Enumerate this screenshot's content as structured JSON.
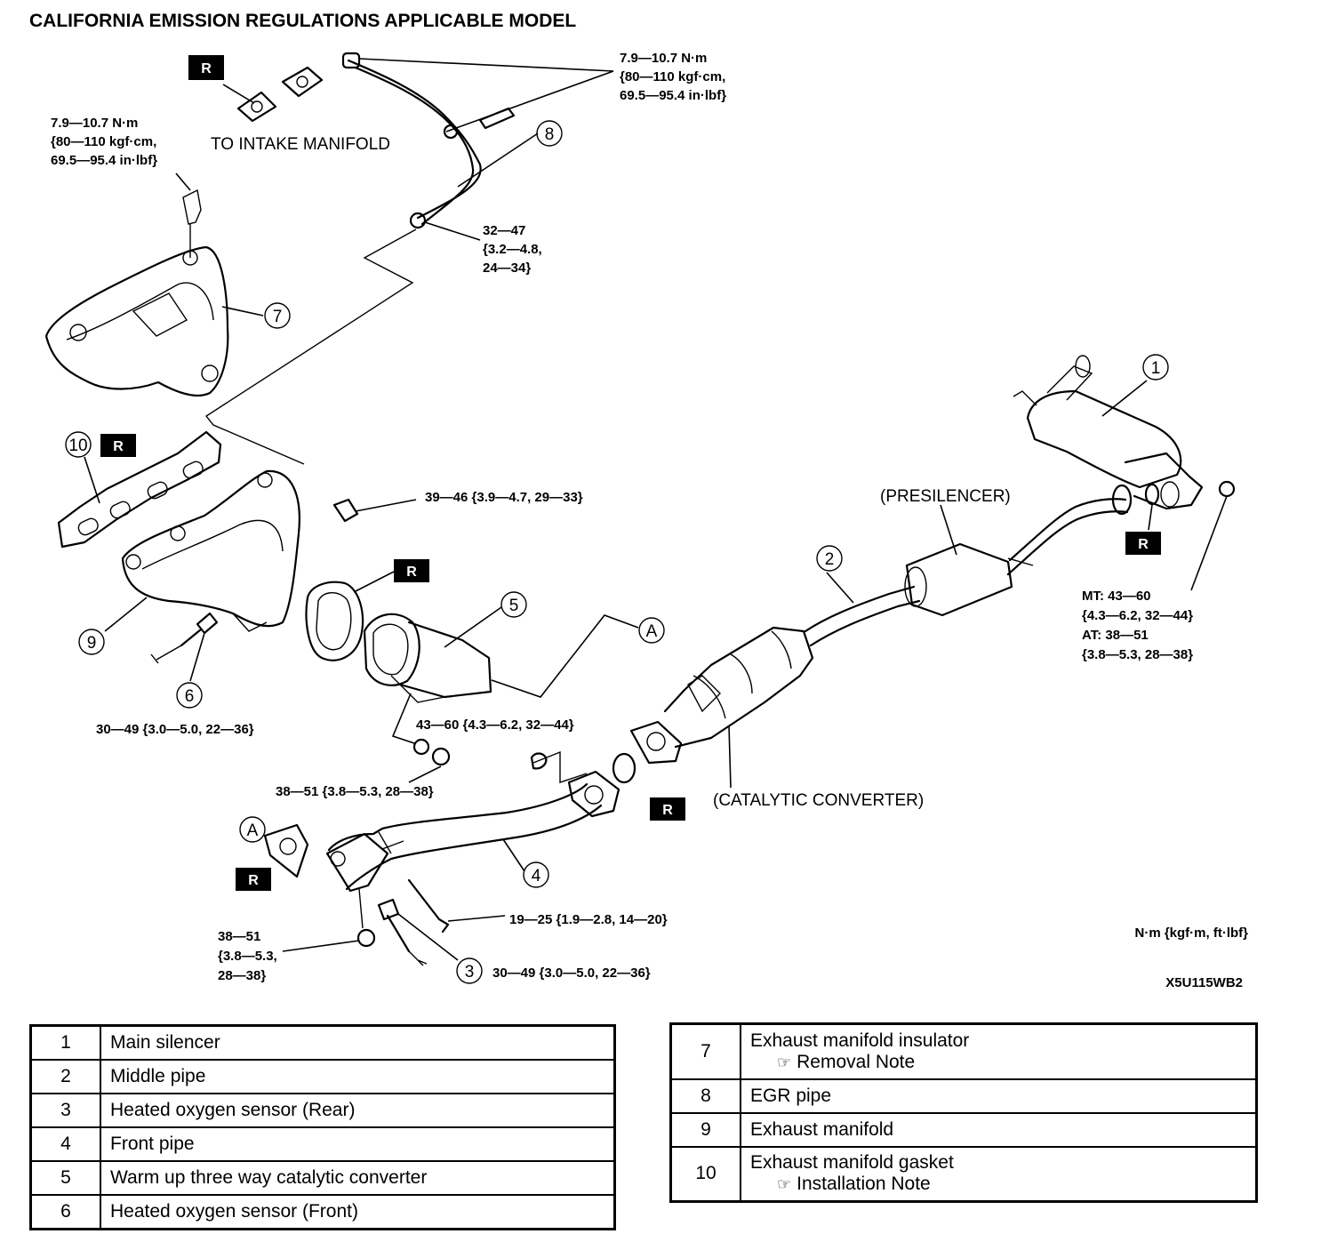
{
  "title": "CALIFORNIA EMISSION REGULATIONS APPLICABLE MODEL",
  "torques": {
    "t_egr_top": [
      "7.9—10.7 N·m",
      "{80—110 kgf·cm,",
      "69.5—95.4 in·lbf}"
    ],
    "t_insulator": [
      "7.9—10.7 N·m",
      "{80—110 kgf·cm,",
      "69.5—95.4 in·lbf}"
    ],
    "t_egr_nut": [
      "32—47",
      "{3.2—4.8,",
      "24—34}"
    ],
    "t_manifold_nut": "39—46 {3.9—4.7, 29—33}",
    "t_sensor_front": "30—49 {3.0—5.0, 22—36}",
    "t_converter_bolt": "43—60 {4.3—6.2, 32—44}",
    "t_converter_nut": "38—51 {3.8—5.3, 28—38}",
    "t_frontpipe_bolt": "19—25 {1.9—2.8, 14—20}",
    "t_frontpipe_nut": [
      "38—51",
      "{3.8—5.3,",
      "28—38}"
    ],
    "t_sensor_rear": "30—49 {3.0—5.0, 22—36}",
    "t_silencer": [
      "MT: 43—60",
      "{4.3—6.2, 32—44}",
      "AT: 38—51",
      "{3.8—5.3, 28—38}"
    ]
  },
  "labels": {
    "intake": "TO INTAKE MANIFOLD",
    "presilencer": "(PRESILENCER)",
    "catalytic": "(CATALYTIC CONVERTER)",
    "units": "N·m {kgf·m, ft·lbf}",
    "code": "X5U115WB2"
  },
  "markers": {
    "replace": "R",
    "connector": "A",
    "parts": [
      "1",
      "2",
      "3",
      "4",
      "5",
      "6",
      "7",
      "8",
      "9",
      "10"
    ]
  },
  "legend_left": [
    {
      "num": "1",
      "name": "Main silencer"
    },
    {
      "num": "2",
      "name": "Middle pipe"
    },
    {
      "num": "3",
      "name": "Heated oxygen sensor (Rear)"
    },
    {
      "num": "4",
      "name": "Front pipe"
    },
    {
      "num": "5",
      "name": "Warm up three way catalytic converter"
    },
    {
      "num": "6",
      "name": "Heated oxygen sensor (Front)"
    }
  ],
  "legend_right": [
    {
      "num": "7",
      "name": "Exhaust manifold insulator",
      "note": "Removal Note"
    },
    {
      "num": "8",
      "name": "EGR pipe"
    },
    {
      "num": "9",
      "name": "Exhaust manifold"
    },
    {
      "num": "10",
      "name": "Exhaust manifold gasket",
      "note": "Installation Note"
    }
  ],
  "note_icon": "pointing-hand-icon"
}
